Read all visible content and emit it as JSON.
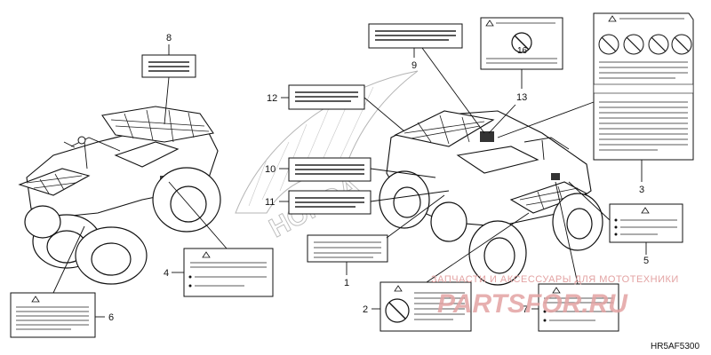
{
  "callouts": [
    {
      "id": "c1",
      "text": "1"
    },
    {
      "id": "c2",
      "text": "2"
    },
    {
      "id": "c3",
      "text": "3"
    },
    {
      "id": "c4",
      "text": "4"
    },
    {
      "id": "c5",
      "text": "5"
    },
    {
      "id": "c6",
      "text": "6"
    },
    {
      "id": "c7",
      "text": "7"
    },
    {
      "id": "c8",
      "text": "8"
    },
    {
      "id": "c9",
      "text": "9"
    },
    {
      "id": "c10",
      "text": "10"
    },
    {
      "id": "c11",
      "text": "11"
    },
    {
      "id": "c12",
      "text": "12"
    },
    {
      "id": "c13",
      "text": "13"
    }
  ],
  "watermark": {
    "line1": "ЗАПЧАСТИ И АКСЕССУАРЫ ДЛЯ МОТОТЕХНИКИ",
    "line2": "PARTSFOR.RU"
  },
  "background_logo": "HONDA",
  "label13_text": "16",
  "diagram_code": "HR5AF5300",
  "colors": {
    "ink": "#111111",
    "watermark": "#e3a3a3",
    "background": "#ffffff"
  }
}
